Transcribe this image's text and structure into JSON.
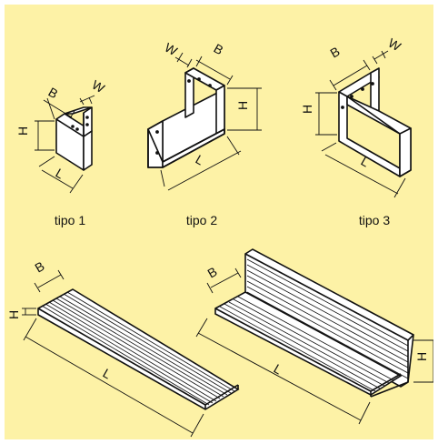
{
  "colors": {
    "background": "#fdf2a6",
    "line": "#111111",
    "fill": "#ffffff"
  },
  "captions": {
    "type1": "tipo 1",
    "type2": "tipo 2",
    "type3": "tipo 3"
  },
  "dimensions": {
    "width": "W",
    "depth": "B",
    "height": "H",
    "length": "L"
  }
}
